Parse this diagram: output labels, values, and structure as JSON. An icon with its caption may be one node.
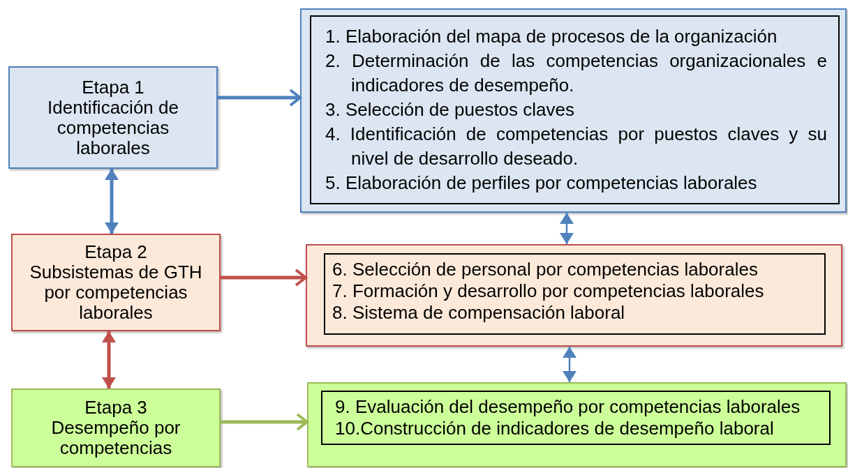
{
  "diagram": {
    "nodes": [
      {
        "text": [
          "Etapa 1",
          "Identificación de competencias laborales"
        ]
      },
      {
        "text": [],
        "shape": "box"
      },
      {
        "text": [
          "1. Elaboración del mapa de procesos de la organización",
          "2. Determinación de las competencias organizacionales e indicadores de desempeño.",
          "3. Selección de puestos claves",
          "4. Identificación de competencias por puestos claves y su nivel de desarrollo deseado.",
          "5. Elaboración de perfiles por competencias laborales"
        ],
        "in": 1
      },
      {
        "text": [
          "Etapa 2",
          "Subsistemas de GTH por competencias laborales"
        ]
      },
      {
        "text": [],
        "shape": "box"
      },
      {
        "text": [
          "6.  Selección de personal por competencias laborales",
          "7.  Formación y desarrollo por competencias laborales",
          "8. Sistema de compensación laboral"
        ],
        "in": 4
      },
      {
        "text": [
          "Etapa 3",
          "Desempeño por competencias"
        ]
      },
      {
        "text": [],
        "shape": "box"
      },
      {
        "text": [
          "9. Evaluación del desempeño por competencias laborales",
          "10.Construcción de indicadores de desempeño laboral"
        ],
        "in": 7
      }
    ],
    "edges": [
      {
        "from": 0,
        "to": 1,
        "arrow": "to",
        "color": "#4f81bd"
      },
      {
        "from": 0,
        "to": 3,
        "arrow": "both",
        "color": "#4f81bd"
      },
      {
        "from": 3,
        "to": 4,
        "arrow": "to",
        "color": "#c0504d"
      },
      {
        "from": 3,
        "to": 6,
        "arrow": "both",
        "color": "#c0504d"
      },
      {
        "from": 6,
        "to": 7,
        "arrow": "to",
        "color": "#9bbb59"
      },
      {
        "from": 1,
        "to": 4,
        "arrow": "both",
        "color": "#4f81bd"
      },
      {
        "from": 4,
        "to": 7,
        "arrow": "both",
        "color": "#4f81bd"
      }
    ]
  }
}
